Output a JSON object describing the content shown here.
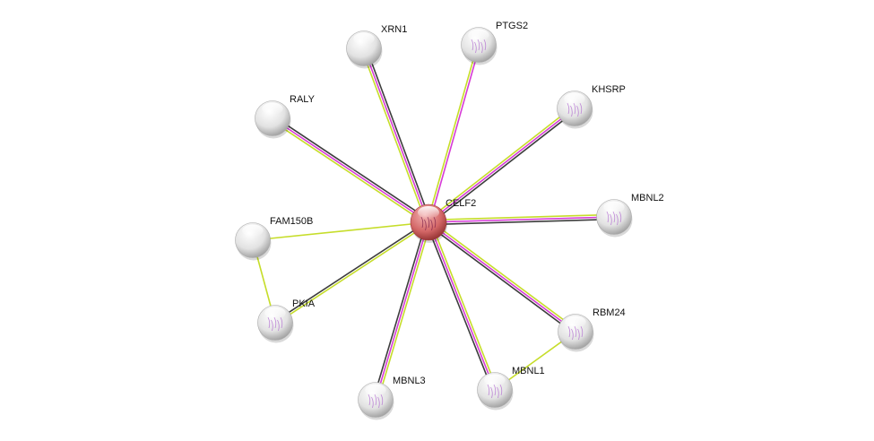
{
  "network": {
    "center": "CELF2",
    "colors": {
      "textmining": "#c6dd2a",
      "experiments": "#d63bd6",
      "coexpression": "#3d3d3d",
      "query_node": "#d96565",
      "node": "#e6e6e6"
    },
    "nodes": [
      {
        "id": "CELF2",
        "label": "CELF2",
        "query": true,
        "structure": true
      },
      {
        "id": "XRN1",
        "label": "XRN1",
        "structure": false
      },
      {
        "id": "PTGS2",
        "label": "PTGS2",
        "structure": true
      },
      {
        "id": "KHSRP",
        "label": "KHSRP",
        "structure": true
      },
      {
        "id": "RALY",
        "label": "RALY",
        "structure": false
      },
      {
        "id": "MBNL2",
        "label": "MBNL2",
        "structure": true
      },
      {
        "id": "FAM150B",
        "label": "FAM150B",
        "structure": false
      },
      {
        "id": "PKIA",
        "label": "PKIA",
        "structure": true
      },
      {
        "id": "RBM24",
        "label": "RBM24",
        "structure": true
      },
      {
        "id": "MBNL1",
        "label": "MBNL1",
        "structure": true
      },
      {
        "id": "MBNL3",
        "label": "MBNL3",
        "structure": true
      }
    ],
    "edges": [
      {
        "source": "CELF2",
        "target": "XRN1",
        "channels": [
          "textmining",
          "experiments",
          "coexpression"
        ]
      },
      {
        "source": "CELF2",
        "target": "PTGS2",
        "channels": [
          "textmining",
          "experiments"
        ]
      },
      {
        "source": "CELF2",
        "target": "KHSRP",
        "channels": [
          "textmining",
          "experiments",
          "coexpression"
        ]
      },
      {
        "source": "CELF2",
        "target": "RALY",
        "channels": [
          "textmining",
          "experiments",
          "coexpression"
        ]
      },
      {
        "source": "CELF2",
        "target": "MBNL2",
        "channels": [
          "textmining",
          "experiments",
          "coexpression"
        ]
      },
      {
        "source": "CELF2",
        "target": "FAM150B",
        "channels": [
          "textmining"
        ]
      },
      {
        "source": "CELF2",
        "target": "PKIA",
        "channels": [
          "textmining",
          "coexpression"
        ]
      },
      {
        "source": "CELF2",
        "target": "RBM24",
        "channels": [
          "textmining",
          "experiments",
          "coexpression"
        ]
      },
      {
        "source": "CELF2",
        "target": "MBNL1",
        "channels": [
          "textmining",
          "experiments",
          "coexpression"
        ]
      },
      {
        "source": "CELF2",
        "target": "MBNL3",
        "channels": [
          "textmining",
          "experiments",
          "coexpression"
        ]
      },
      {
        "source": "FAM150B",
        "target": "PKIA",
        "channels": [
          "textmining"
        ]
      },
      {
        "source": "RBM24",
        "target": "MBNL1",
        "channels": [
          "textmining"
        ]
      }
    ]
  }
}
